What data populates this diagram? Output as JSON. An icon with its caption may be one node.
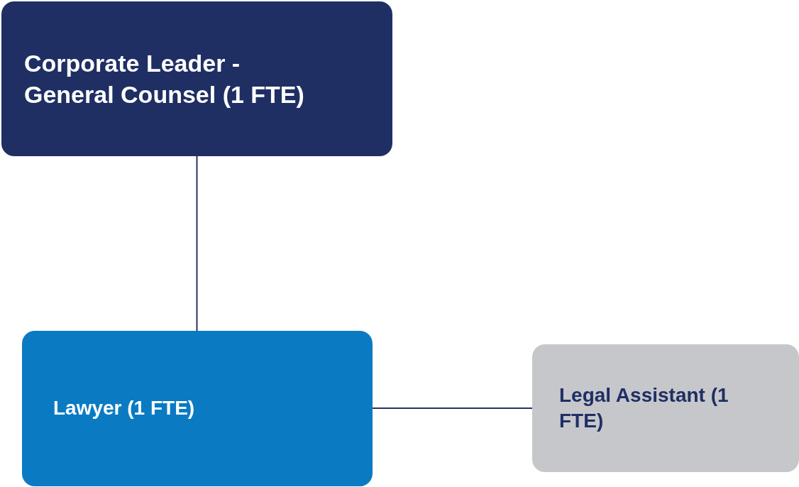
{
  "diagram": {
    "nodes": [
      {
        "text": [
          "Corporate Leader - General Counsel (1 FTE)"
        ]
      },
      {
        "text": [
          "Lawyer (1 FTE)"
        ]
      },
      {
        "text": [
          "Legal Assistant (1 FTE)"
        ]
      }
    ],
    "edges": [
      {
        "from": 0,
        "to": 1,
        "arrow": "none"
      },
      {
        "from": 1,
        "to": 2,
        "arrow": "none"
      }
    ]
  }
}
